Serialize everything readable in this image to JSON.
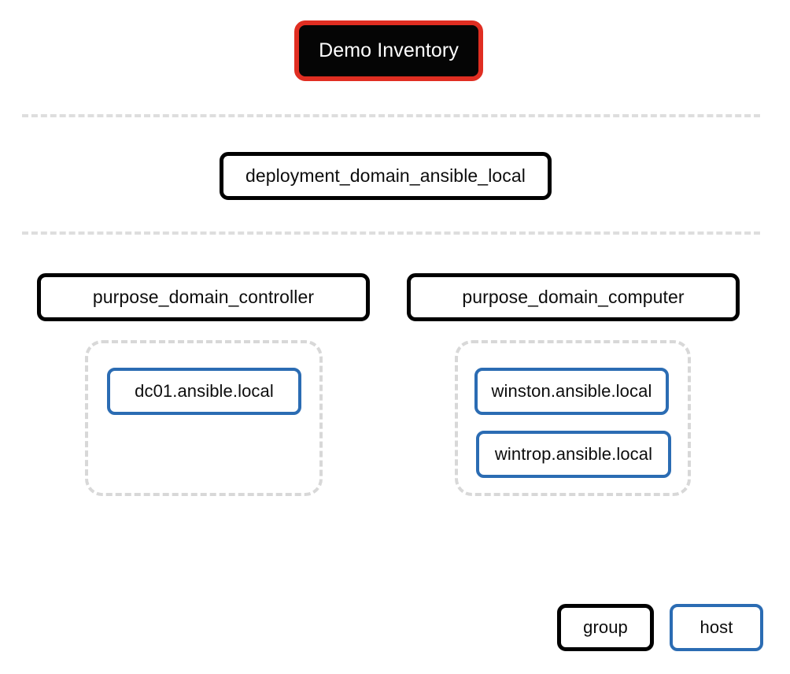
{
  "diagram": {
    "title": "Demo Inventory",
    "type": "ansible-inventory-tree",
    "colors": {
      "accent_red": "#e02e22",
      "accent_blue": "#2b6cb3",
      "group_border": "#000000",
      "root_fill": "#050505",
      "root_text": "#ffffff",
      "cluster_border": "#d8d8d8",
      "separator": "#dedede",
      "background": "#ffffff",
      "node_text": "#0d0d0d"
    }
  },
  "root": {
    "label": "Demo Inventory"
  },
  "deployment": {
    "label": "deployment_domain_ansible_local"
  },
  "groups": [
    {
      "label": "purpose_domain_controller",
      "hosts": [
        {
          "label": "dc01.ansible.local"
        }
      ]
    },
    {
      "label": "purpose_domain_computer",
      "hosts": [
        {
          "label": "winston.ansible.local"
        },
        {
          "label": "wintrop.ansible.local"
        }
      ]
    }
  ],
  "legend": {
    "group_label": "group",
    "host_label": "host"
  }
}
